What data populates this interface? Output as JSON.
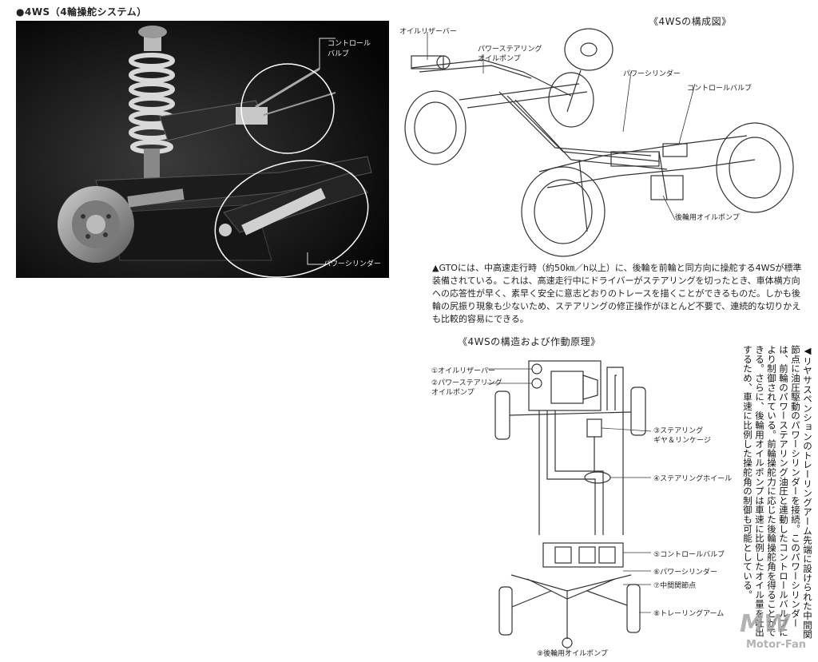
{
  "photo_section": {
    "title": "●4WS（4輪操舵システム）",
    "label_control_valve": "コントロール\nバルブ",
    "label_power_cylinder": "パワーシリンダー"
  },
  "config_diagram": {
    "title": "《4WSの構成図》",
    "labels": {
      "oil_reservoir": "オイルリザーバー",
      "power_steering_pump": "パワーステアリング\nオイルポンプ",
      "power_cylinder": "パワーシリンダー",
      "control_valve": "コントロールバルブ",
      "rear_oil_pump": "後輪用オイルポンプ"
    }
  },
  "caption": "▲GTOには、中高速走行時（約50㎞／h以上）に、後輪を前輪と同方向に操舵する4WSが標準装備されている。これは、高速走行中にドライバーがステアリングを切ったとき、車体横方向への応答性が早く、素早く安全に意志どおりのトレースを描くことができるものだ。しかも後輪の尻振り現象も少ないため、ステアリングの修正操作がほとんど不要で、連続的な切りかえも比較的容易にできる。",
  "structure_diagram": {
    "title": "《4WSの構造および作動原理》",
    "labels": [
      "①オイルリザーバー",
      "②パワーステアリング\nオイルポンプ",
      "③ステアリング\nギヤ＆リンケージ",
      "④ステアリングホイール",
      "⑤コントロールバルブ",
      "⑥パワーシリンダー",
      "⑦中間関節点",
      "⑧トレーリングアーム",
      "⑨後輪用オイルポンプ"
    ]
  },
  "vertical_text": "◀リヤサスペンションのトレーリングアーム先端に設けられた中間関節点に油圧駆動のパワーシリンダーを接続。このパワーシリンダーは、前輪のパワーステアリング油圧と連動したコントロールバルブにより制御されている。前輪操舵力に応じた後輪操舵角を得ることができる。さらに、後輪用オイルポンプは車速に比例したオイル量を吐出するため、車速に比例した操舵角の制御も可能としている。",
  "watermark": {
    "main": "MW",
    "sub": "Motor-Fan"
  }
}
